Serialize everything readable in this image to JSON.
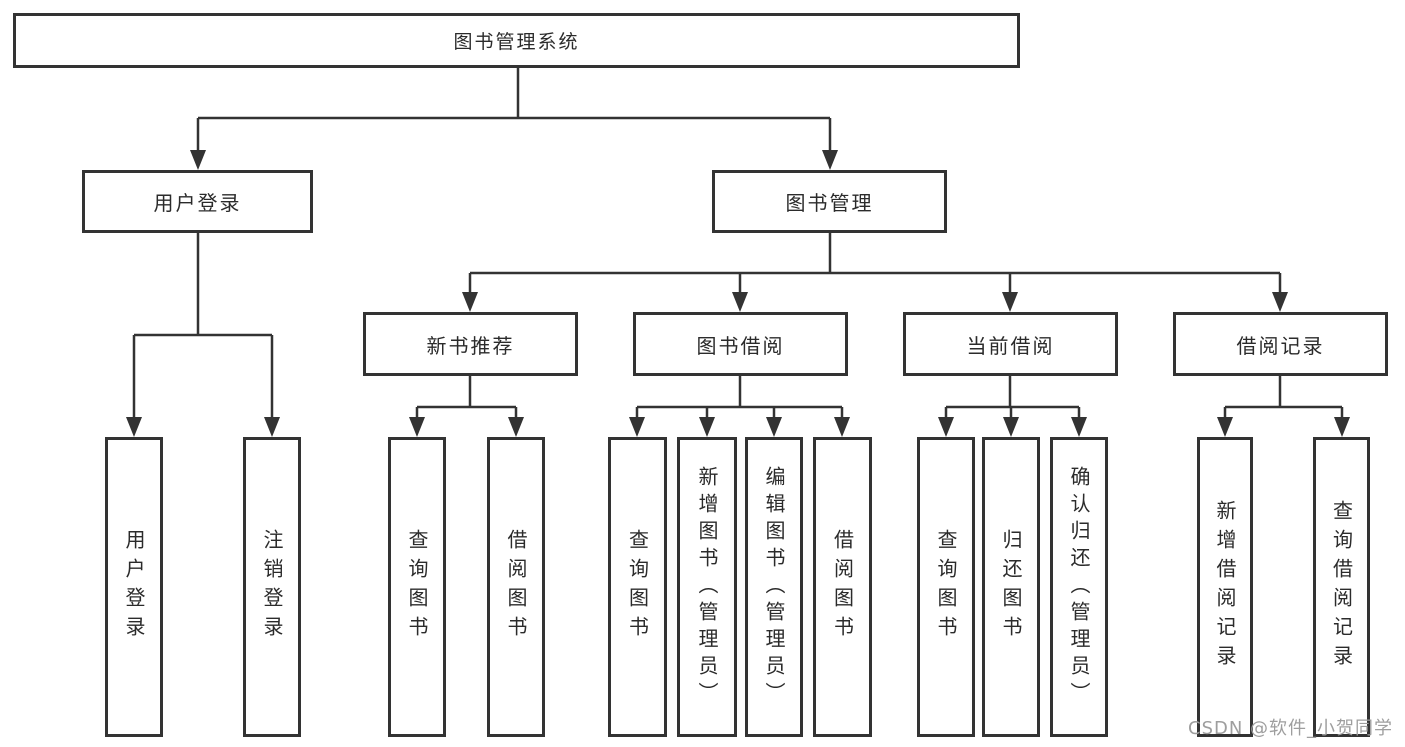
{
  "diagram_title": "图书管理系统",
  "colors": {
    "line": "#333333",
    "node_border": "#333333",
    "node_text": "#2b2b2b",
    "watermark": "#9e9e9e",
    "background": "#ffffff"
  },
  "tree": {
    "label": "图书管理系统",
    "children": [
      {
        "label": "用户登录",
        "children": [
          {
            "label": "用户登录"
          },
          {
            "label": "注销登录"
          }
        ]
      },
      {
        "label": "图书管理",
        "children": [
          {
            "label": "新书推荐",
            "children": [
              {
                "label": "查询图书"
              },
              {
                "label": "借阅图书"
              }
            ]
          },
          {
            "label": "图书借阅",
            "children": [
              {
                "label": "查询图书"
              },
              {
                "label": "新增图书（管理员）"
              },
              {
                "label": "编辑图书（管理员）"
              },
              {
                "label": "借阅图书"
              }
            ]
          },
          {
            "label": "当前借阅",
            "children": [
              {
                "label": "查询图书"
              },
              {
                "label": "归还图书"
              },
              {
                "label": "确认归还（管理员）"
              }
            ]
          },
          {
            "label": "借阅记录",
            "children": [
              {
                "label": "新增借阅记录"
              },
              {
                "label": "查询借阅记录"
              }
            ]
          }
        ]
      }
    ]
  },
  "watermark": "CSDN @软件_小贺同学"
}
